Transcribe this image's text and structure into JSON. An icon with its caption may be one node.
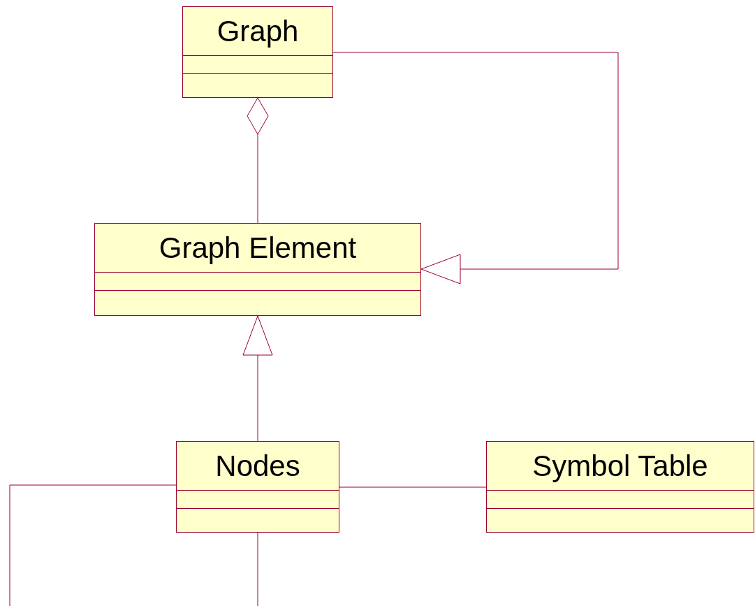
{
  "diagram": {
    "nodes": [
      {
        "text": [
          "Graph"
        ]
      },
      {
        "text": [
          "Graph Element"
        ]
      },
      {
        "text": [
          "Nodes"
        ]
      },
      {
        "text": [
          "Symbol Table"
        ]
      }
    ],
    "edges": [
      {
        "from": 1,
        "to": 0,
        "arrow": "other"
      },
      {
        "from": 0,
        "to": 1,
        "arrow": "to"
      },
      {
        "from": 2,
        "to": 1,
        "arrow": "to"
      },
      {
        "from": 2,
        "to": 3,
        "arrow": "none"
      },
      {
        "from": 2,
        "to": null,
        "arrow": "none"
      },
      {
        "from": 2,
        "to": null,
        "arrow": "none"
      }
    ]
  }
}
